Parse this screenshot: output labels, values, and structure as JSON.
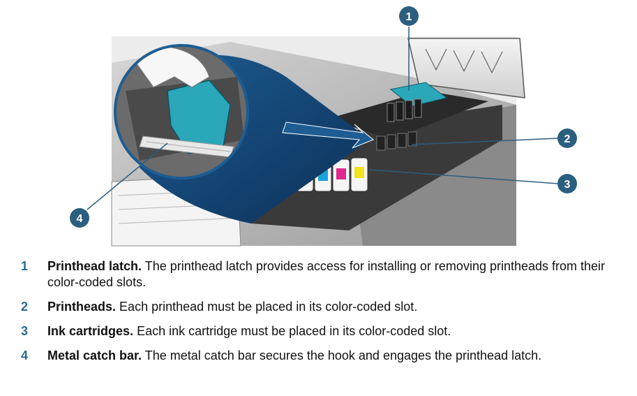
{
  "figure": {
    "callouts": [
      "1",
      "2",
      "3",
      "4"
    ],
    "accent_color": "#2b5f7f"
  },
  "legend": {
    "items": [
      {
        "number": "1",
        "term": "Printhead latch.",
        "description": "The printhead latch provides access for installing or removing printheads from their color-coded slots."
      },
      {
        "number": "2",
        "term": "Printheads.",
        "description": "Each printhead must be placed in its color-coded slot."
      },
      {
        "number": "3",
        "term": "Ink cartridges.",
        "description": "Each ink cartridge must be placed in its color-coded slot."
      },
      {
        "number": "4",
        "term": "Metal catch bar.",
        "description": "The metal catch bar secures the hook and engages the printhead latch."
      }
    ]
  }
}
